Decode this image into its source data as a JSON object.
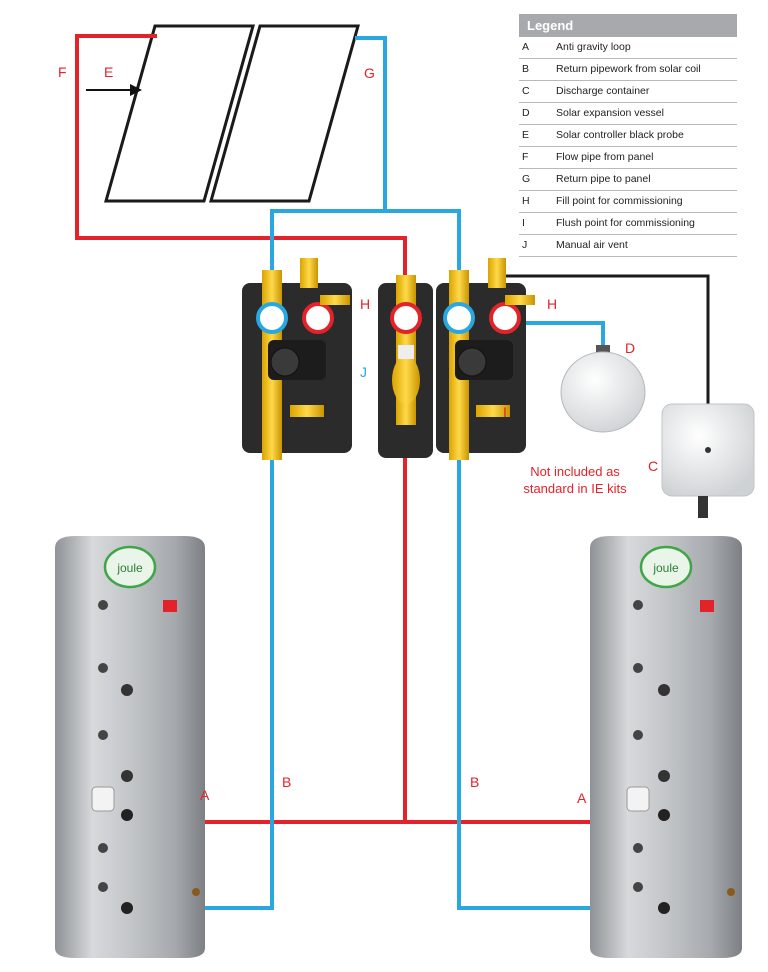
{
  "legend": {
    "title": "Legend",
    "items": [
      {
        "key": "A",
        "desc": "Anti gravity loop"
      },
      {
        "key": "B",
        "desc": "Return pipework from solar coil"
      },
      {
        "key": "C",
        "desc": "Discharge container"
      },
      {
        "key": "D",
        "desc": "Solar expansion vessel"
      },
      {
        "key": "E",
        "desc": "Solar controller black probe"
      },
      {
        "key": "F",
        "desc": "Flow pipe from panel"
      },
      {
        "key": "G",
        "desc": "Return pipe to panel"
      },
      {
        "key": "H",
        "desc": "Fill point for commissioning"
      },
      {
        "key": "I",
        "desc": "Flush point for commissioning"
      },
      {
        "key": "J",
        "desc": "Manual air vent"
      }
    ]
  },
  "labels": {
    "F": "F",
    "E": "E",
    "G": "G",
    "H_left": "H",
    "H_right": "H",
    "J": "J",
    "I": "I",
    "D": "D",
    "C": "C",
    "A_left": "A",
    "A_right": "A",
    "B_left": "B",
    "B_right": "B"
  },
  "note": {
    "line1": "Not included as",
    "line2": "standard in IE kits"
  },
  "brand": "joule",
  "colors": {
    "flow_pipe": "#e3232a",
    "return_pipe": "#2aa7e0",
    "label_red": "#e3232a",
    "label_blue": "#2aa7e0",
    "legend_header": "#a7a9ac"
  }
}
